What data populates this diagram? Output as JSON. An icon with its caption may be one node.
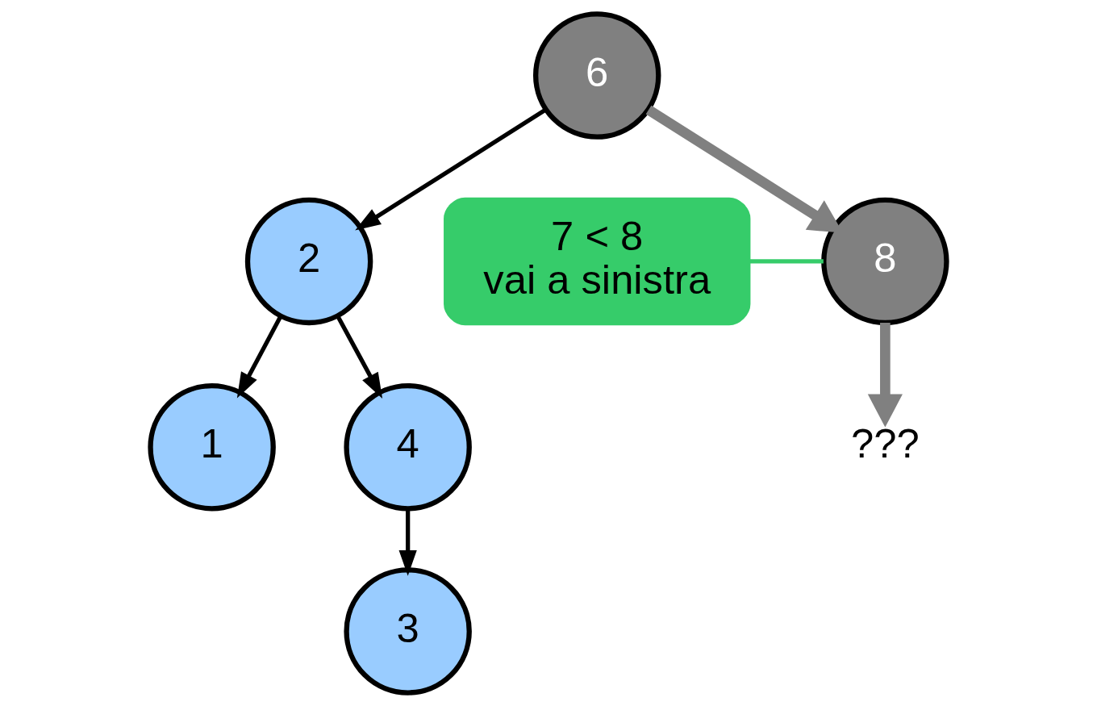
{
  "diagram": {
    "nodes": [
      {
        "text": [
          "6"
        ]
      },
      {
        "text": [
          "2"
        ]
      },
      {
        "text": [
          "8"
        ]
      },
      {
        "text": [
          "1"
        ]
      },
      {
        "text": [
          "4"
        ]
      },
      {
        "text": [
          "3"
        ]
      },
      {
        "text": [
          "???"
        ]
      },
      {
        "text": [
          "7 < 8",
          "vai a sinistra"
        ]
      }
    ],
    "edges": [
      {
        "from": 0,
        "to": 1,
        "arrow": "to"
      },
      {
        "from": 0,
        "to": 2,
        "arrow": "to",
        "style": "thick",
        "color": "#808080"
      },
      {
        "from": 1,
        "to": 3,
        "arrow": "to"
      },
      {
        "from": 1,
        "to": 4,
        "arrow": "to"
      },
      {
        "from": 2,
        "to": 6,
        "arrow": "to",
        "style": "thick",
        "color": "#808080"
      },
      {
        "from": 4,
        "to": 5,
        "arrow": "to"
      },
      {
        "from": 7,
        "to": 2,
        "arrow": "none",
        "color": "#36cc6a"
      }
    ]
  }
}
